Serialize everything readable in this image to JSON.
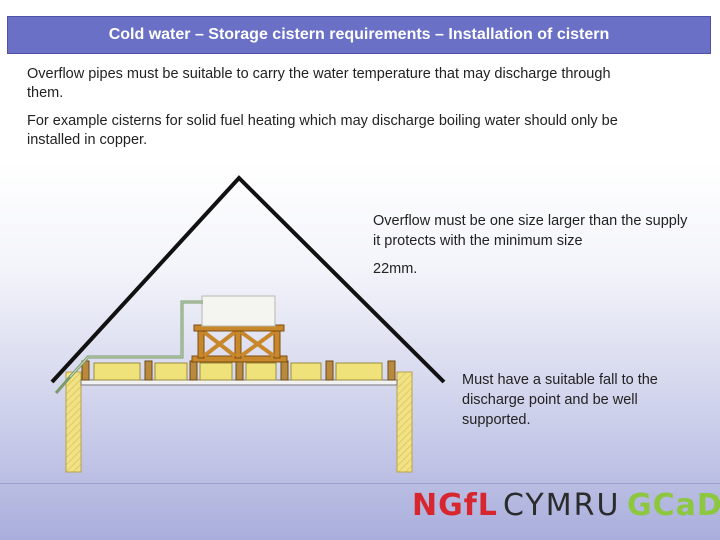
{
  "title": "Cold water – Storage cistern requirements – Installation of cistern",
  "paragraphs": [
    "Overflow pipes must be suitable to carry the water temperature that may discharge through them.",
    "For example cisterns for solid fuel heating which may discharge boiling water should only be installed in copper."
  ],
  "notes": {
    "overflow_size": "Overflow must be one size larger than the supply it protects with the minimum size",
    "min_size": "22mm.",
    "fall": "Must have a suitable fall to the discharge point and be well supported."
  },
  "logos": {
    "ngfl": "NGfL",
    "cymru": "CYMRU",
    "gcad": "GCaD"
  },
  "colors": {
    "title_bar": "#6a70c6",
    "roof": "#111111",
    "insulation": "#f0e27a",
    "timber": "#c8872a",
    "pipe": "#7a9a6a",
    "ngfl": "#d7262e",
    "gcad": "#8dc63f"
  }
}
